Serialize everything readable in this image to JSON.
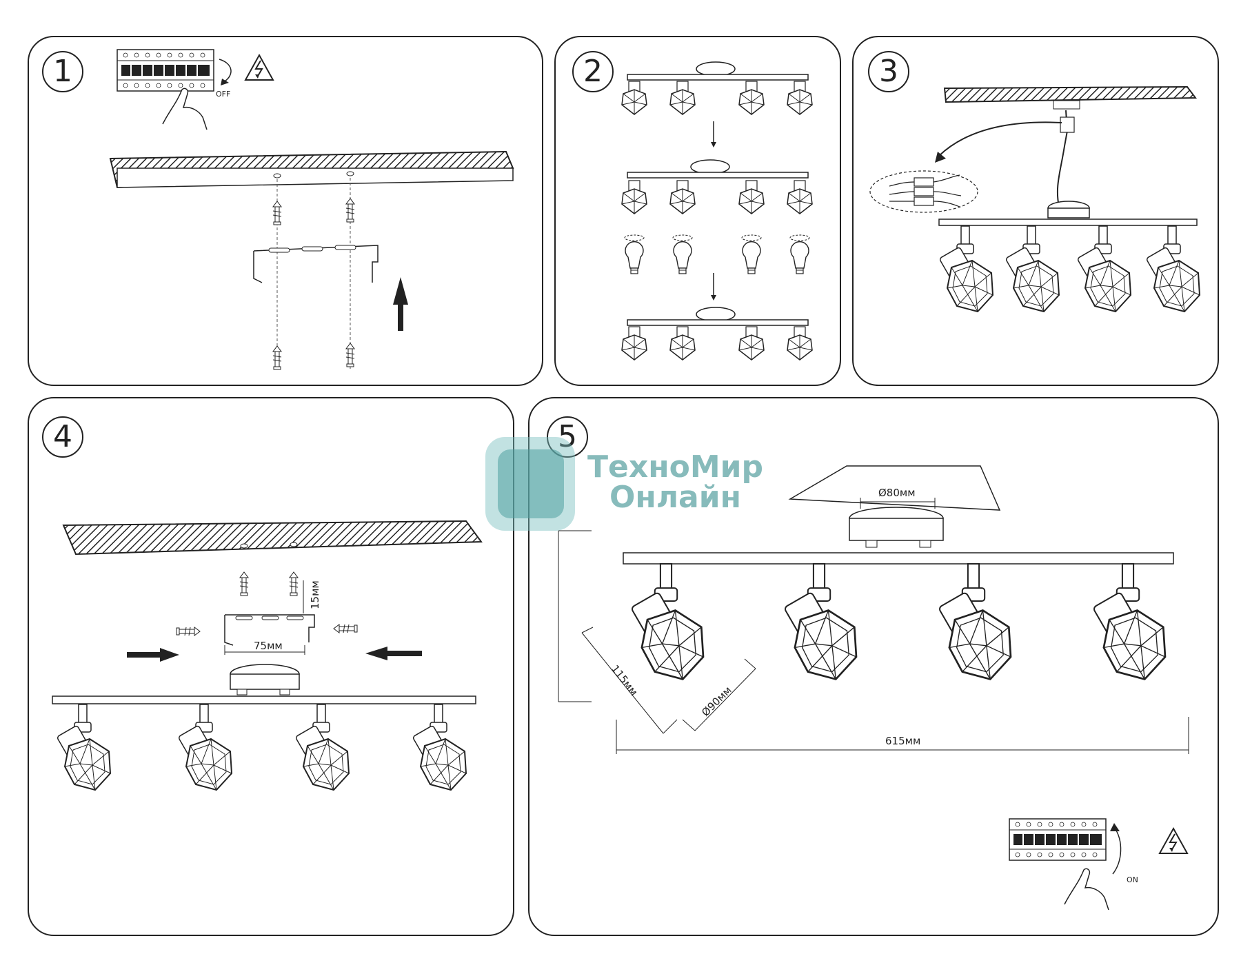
{
  "steps": [
    "1",
    "2",
    "3",
    "4",
    "5"
  ],
  "labels": {
    "off": "OFF",
    "on": "ON",
    "bracket_width": "75мм",
    "bracket_height": "15мм",
    "canopy_diameter": "Ø80мм",
    "shade_length": "115мм",
    "shade_diameter": "Ø90мм",
    "total_length": "615мм"
  },
  "watermark": {
    "line1": "ТехноМир",
    "line2": "Онлайн",
    "color": "#4a9a9a"
  },
  "icons": [
    "breaker-panel-icon",
    "hand-icon",
    "high-voltage-icon",
    "arrow-up-icon",
    "arrow-down-icon",
    "arrow-right-icon",
    "arrow-left-icon",
    "lightbulb-icon",
    "wire-connector-icon"
  ]
}
